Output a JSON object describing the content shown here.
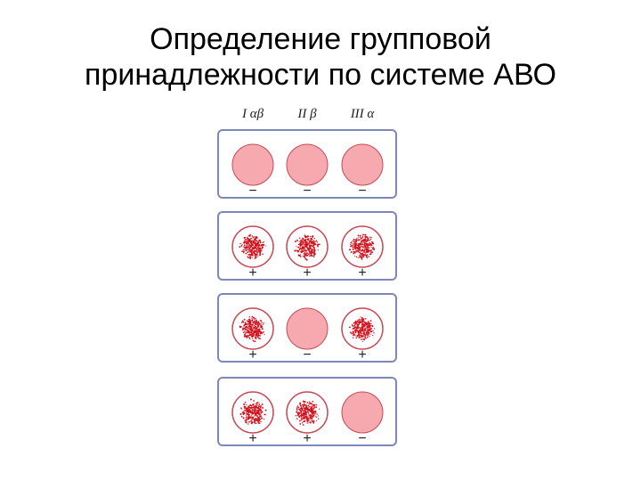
{
  "title": {
    "line1": "Определение групповой",
    "line2": "принадлежности по системе АВО"
  },
  "columns": [
    "I αβ",
    "II β",
    "III α"
  ],
  "rows": [
    [
      "−",
      "−",
      "−"
    ],
    [
      "+",
      "+",
      "+"
    ],
    [
      "+",
      "−",
      "+"
    ],
    [
      "+",
      "+",
      "−"
    ]
  ],
  "colors": {
    "panel_border": "#7d88b8",
    "panel_fill": "#ffffff",
    "drop_fill": "#f6a9ae",
    "drop_border": "#c84a55",
    "ring_border": "#c84a55",
    "dots": "#d1121d"
  }
}
